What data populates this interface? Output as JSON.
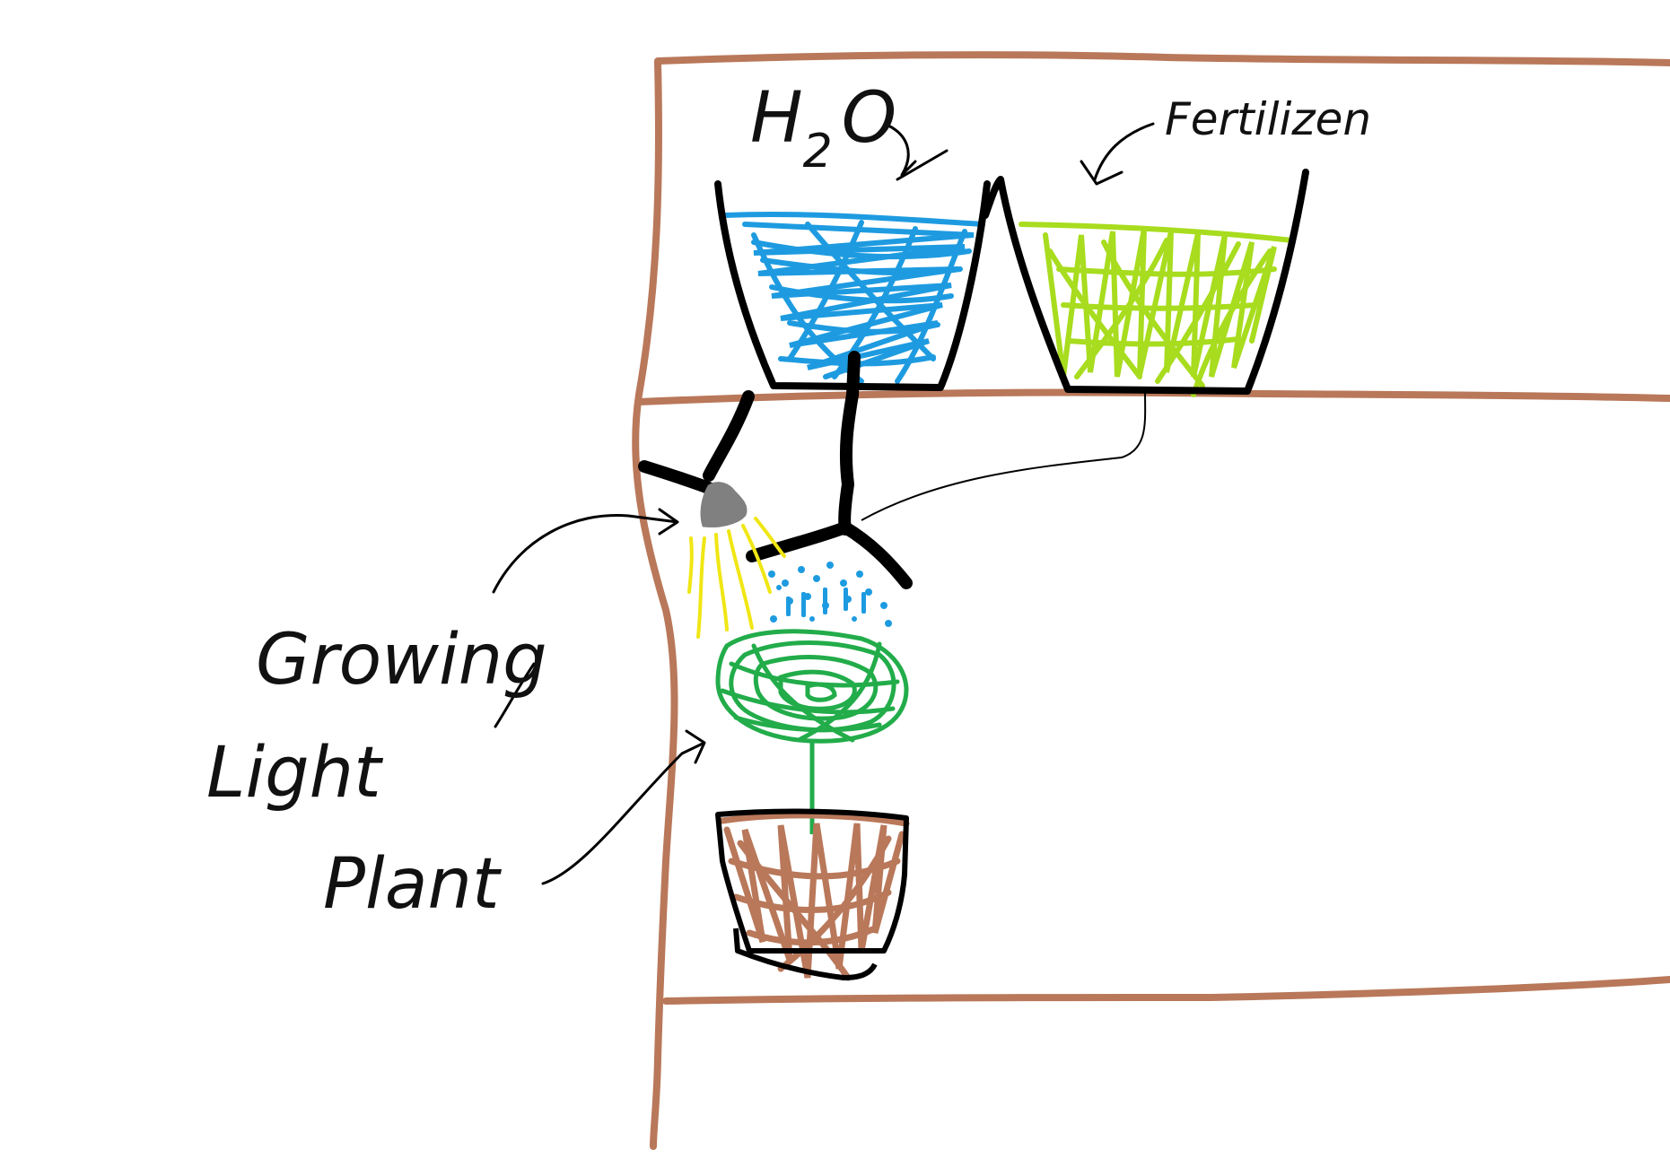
{
  "labels": {
    "water_h": "H",
    "water_sub": "2",
    "water_o": "O",
    "fertilizer": "Fertilizen",
    "growing": "Growing",
    "light": "Light",
    "plant": "Plant"
  },
  "colors": {
    "shelf": "#b9785a",
    "water": "#1e9be0",
    "fertilizer": "#a8dc1e",
    "plant": "#22ac4a",
    "soil": "#b9785a",
    "light_rays": "#f0e614",
    "lamp": "#808080",
    "ink": "#000000"
  }
}
